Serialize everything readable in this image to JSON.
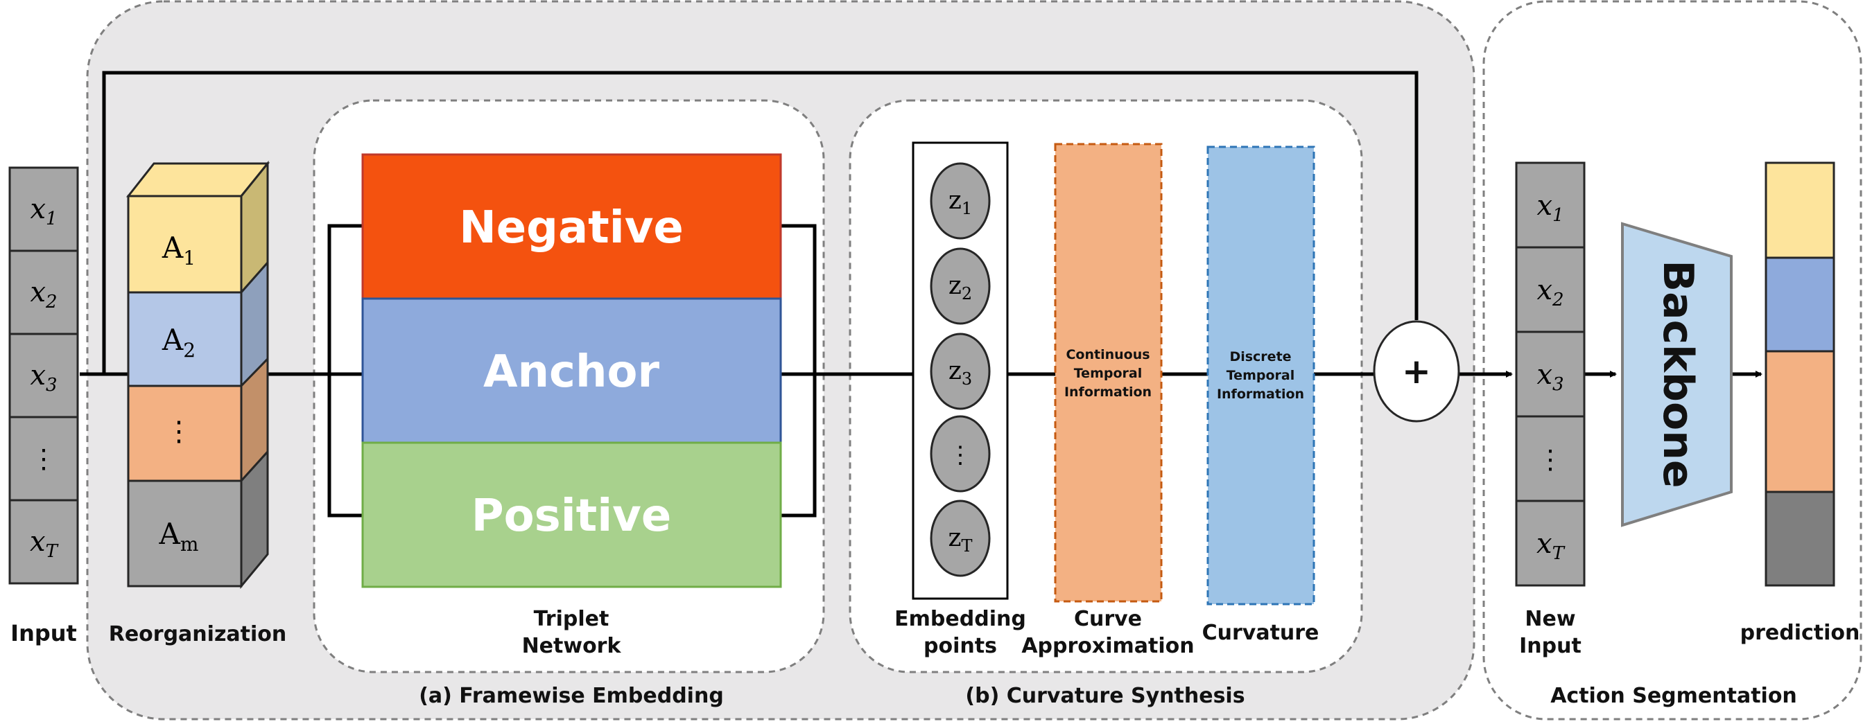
{
  "input": {
    "label": "Input",
    "cells": [
      {
        "base": "x",
        "sub": "1"
      },
      {
        "base": "x",
        "sub": "2"
      },
      {
        "base": "x",
        "sub": "3"
      },
      {
        "base": "⋮",
        "sub": ""
      },
      {
        "base": "x",
        "sub": "T"
      }
    ]
  },
  "reorganization": {
    "label": "Reorganization",
    "cells": [
      {
        "base": "A",
        "sub": "1",
        "color": "#fde49c"
      },
      {
        "base": "A",
        "sub": "2",
        "color": "#b4c7e7"
      },
      {
        "base": "⋮",
        "sub": "",
        "color": "#f3b183"
      },
      {
        "base": "A",
        "sub": "m",
        "color": "#a6a6a6"
      }
    ]
  },
  "triplet": {
    "label_line1": "Triplet",
    "label_line2": "Network",
    "bars": [
      {
        "text": "Negative",
        "color": "#f4520f"
      },
      {
        "text": "Anchor",
        "color": "#8eaadc"
      },
      {
        "text": "Positive",
        "color": "#a8d18d"
      }
    ]
  },
  "embedding": {
    "label_line1": "Embedding",
    "label_line2": "points",
    "points": [
      {
        "base": "z",
        "sub": "1"
      },
      {
        "base": "z",
        "sub": "2"
      },
      {
        "base": "z",
        "sub": "3"
      },
      {
        "base": "⋮",
        "sub": ""
      },
      {
        "base": "z",
        "sub": "T"
      }
    ]
  },
  "curve": {
    "box_line1": "Continuous",
    "box_line2": "Temporal",
    "box_line3": "Information",
    "label_line1": "Curve",
    "label_line2": "Approximation",
    "color": "#f3b183"
  },
  "curvature": {
    "box_line1": "Discrete",
    "box_line2": "Temporal",
    "box_line3": "Information",
    "label": "Curvature",
    "color": "#9dc3e6"
  },
  "plus_symbol": "+",
  "new_input": {
    "label_line1": "New",
    "label_line2": "Input",
    "cells": [
      {
        "base": "x",
        "sub": "1"
      },
      {
        "base": "x",
        "sub": "2"
      },
      {
        "base": "x",
        "sub": "3"
      },
      {
        "base": "⋮",
        "sub": ""
      },
      {
        "base": "x",
        "sub": "T"
      }
    ]
  },
  "backbone": {
    "text": "Backbone",
    "color": "#bdd7ee"
  },
  "prediction": {
    "label": "prediction",
    "colors": [
      "#fde49c",
      "#8eaadc",
      "#f3b183",
      "#7f7f7f"
    ]
  },
  "sections": {
    "framewise": "(a) Framewise Embedding",
    "curvature_synthesis": "(b) Curvature Synthesis",
    "action_segmentation": "Action Segmentation"
  }
}
